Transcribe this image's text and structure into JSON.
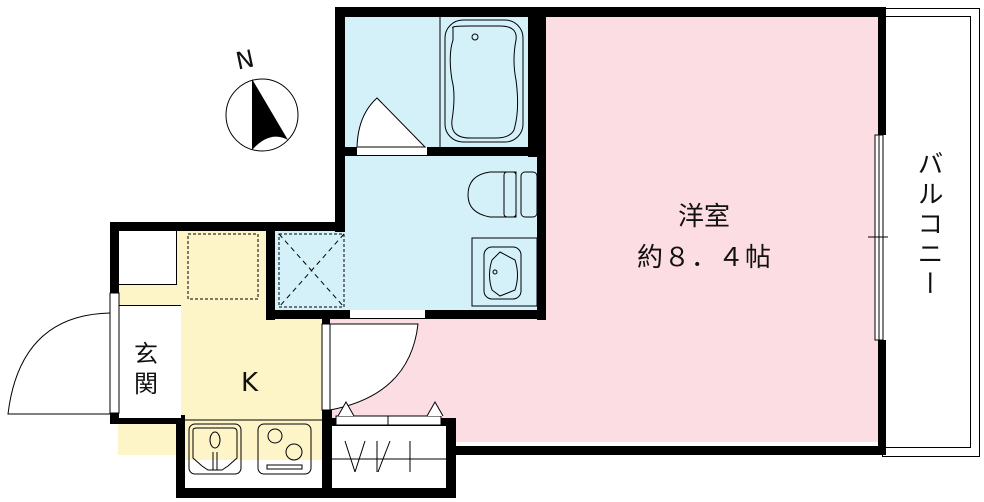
{
  "floor_plan": {
    "compass": {
      "label": "N",
      "icon": "north-arrow-icon"
    },
    "rooms": {
      "western_room": {
        "name": "洋室",
        "size": "約８．４帖",
        "color": "#fddde4"
      },
      "kitchen": {
        "name": "K",
        "color": "#fdf4c8"
      },
      "entrance": {
        "name_line1": "玄",
        "name_line2": "関",
        "color": "#ffffff"
      },
      "balcony": {
        "name": "バルコニー",
        "color": "#ffffff"
      },
      "bathroom": {
        "color": "#d4f1fa"
      },
      "washroom": {
        "color": "#d4f1fa"
      }
    },
    "fixtures": [
      "bathtub",
      "toilet",
      "washbasin",
      "washing-machine-space",
      "refrigerator-space",
      "kitchen-sink",
      "two-burner-stove",
      "closet"
    ],
    "colors": {
      "wall": "#000000",
      "wet_area": "#d4f1fa",
      "kitchen": "#fdf4c8",
      "room": "#fddde4"
    }
  }
}
